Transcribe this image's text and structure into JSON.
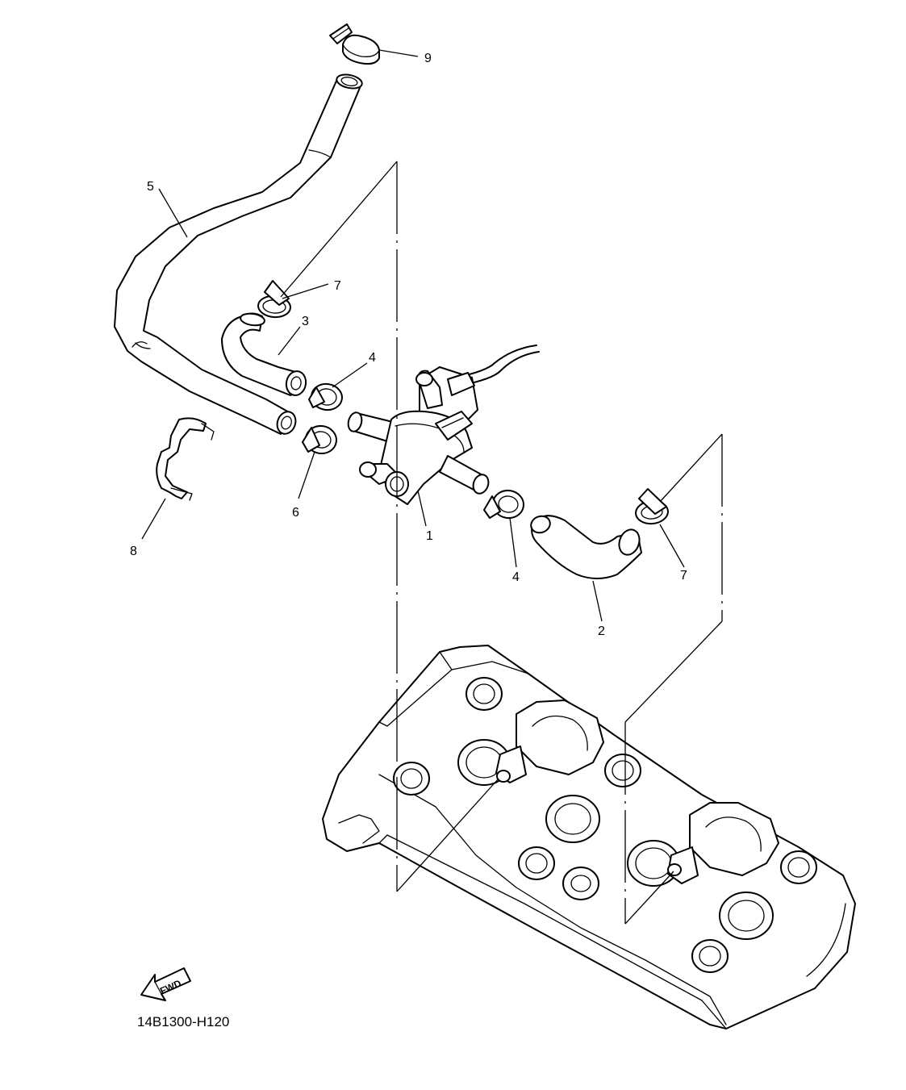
{
  "diagram_code": "14B1300-H120",
  "fwd_label": "FWD",
  "callouts": [
    {
      "id": "1",
      "text": "1"
    },
    {
      "id": "2",
      "text": "2"
    },
    {
      "id": "3",
      "text": "3"
    },
    {
      "id": "4a",
      "text": "4"
    },
    {
      "id": "4b",
      "text": "4"
    },
    {
      "id": "5",
      "text": "5"
    },
    {
      "id": "6",
      "text": "6"
    },
    {
      "id": "7a",
      "text": "7"
    },
    {
      "id": "7b",
      "text": "7"
    },
    {
      "id": "8",
      "text": "8"
    },
    {
      "id": "9",
      "text": "9"
    }
  ]
}
